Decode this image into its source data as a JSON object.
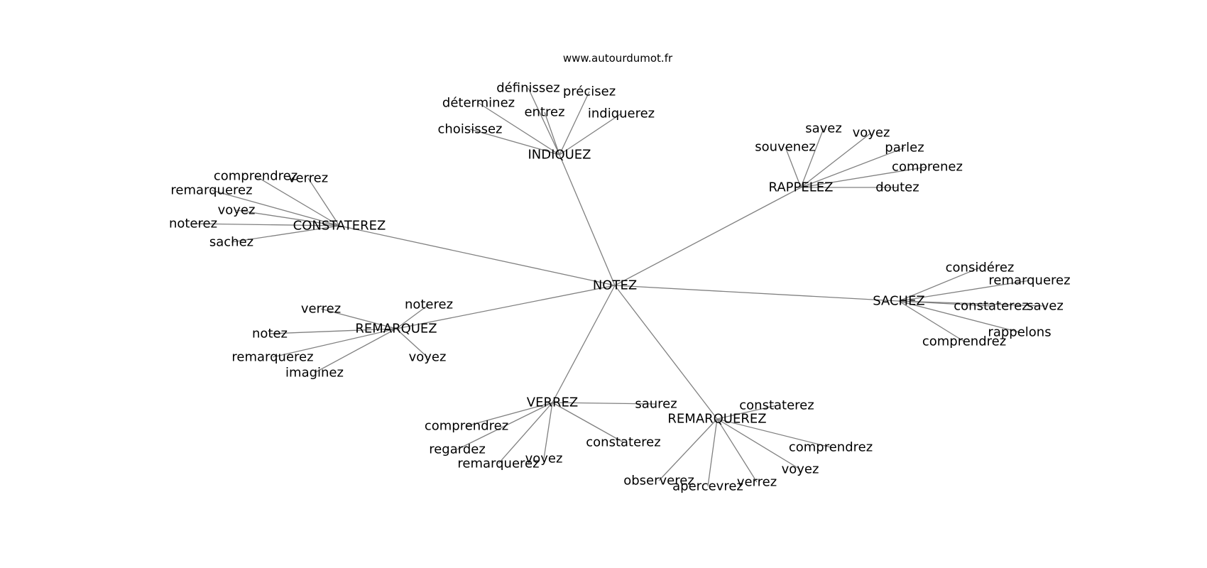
{
  "header": {
    "url": "www.autourdumot.fr"
  },
  "graph": {
    "center": {
      "label": "NOTEZ"
    },
    "hubs": [
      {
        "label": "INDIQUEZ",
        "leaves": [
          "définissez",
          "précisez",
          "déterminez",
          "entrez",
          "indiquerez",
          "choisissez"
        ]
      },
      {
        "label": "RAPPELEZ",
        "leaves": [
          "savez",
          "voyez",
          "souvenez",
          "parlez",
          "comprenez",
          "doutez"
        ]
      },
      {
        "label": "CONSTATEREZ",
        "leaves": [
          "comprendrez",
          "verrez",
          "remarquerez",
          "voyez",
          "noterez",
          "sachez"
        ]
      },
      {
        "label": "SACHEZ",
        "leaves": [
          "considérez",
          "remarquerez",
          "constaterez",
          "savez",
          "rappelons",
          "comprendrez"
        ]
      },
      {
        "label": "REMARQUEZ",
        "leaves": [
          "noterez",
          "verrez",
          "notez",
          "remarquerez",
          "imaginez",
          "voyez"
        ]
      },
      {
        "label": "VERREZ",
        "leaves": [
          "saurez",
          "comprendrez",
          "regardez",
          "remarquerez",
          "voyez",
          "constaterez"
        ]
      },
      {
        "label": "REMARQUEREZ",
        "leaves": [
          "constaterez",
          "comprendrez",
          "voyez",
          "verrez",
          "apercevrez",
          "observerez"
        ]
      }
    ]
  }
}
